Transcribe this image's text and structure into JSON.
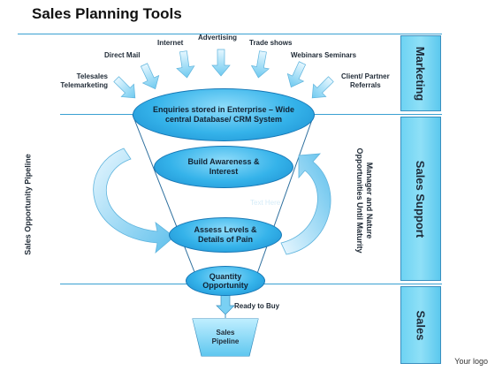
{
  "title": "Sales Planning Tools",
  "channels": [
    {
      "label": "Telesales\nTelemarketing"
    },
    {
      "label": "Direct Mail"
    },
    {
      "label": "Internet"
    },
    {
      "label": "Advertising"
    },
    {
      "label": "Trade shows"
    },
    {
      "label": "Webinars Seminars"
    },
    {
      "label": "Client/ Partner\nReferrals"
    }
  ],
  "funnel": {
    "stage1": "Enquiries stored in Enterprise – Wide central Database/ CRM System",
    "stage2": "Build Awareness & Interest",
    "stage3": "Assess Levels & Details of Pain",
    "stage4": "Quantity Opportunity",
    "ready": "Ready to Buy",
    "pipeline": "Sales Pipeline",
    "ghost": "Text Here"
  },
  "left_label": "Sales Opportunity Pipeline",
  "right_label": "Manager and Nature Opportunities Until Maturity",
  "sections": [
    "Marketing",
    "Sales Support",
    "Sales"
  ],
  "footer": "Your logo",
  "colors": {
    "accent": "#35b3ea",
    "panel": "#6ed3f3",
    "line": "#3aa0d2"
  }
}
